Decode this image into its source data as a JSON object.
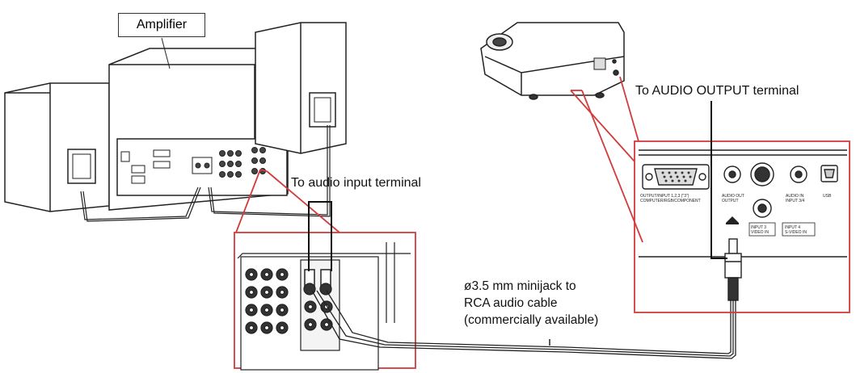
{
  "labels": {
    "amplifier": "Amplifier",
    "audio_input": "To audio input terminal",
    "audio_output": "To AUDIO OUTPUT terminal",
    "cable_line1": "ø3.5 mm minijack to",
    "cable_line2": "RCA audio cable",
    "cable_line3": "(commercially available)"
  },
  "panel_labels": {
    "output_input": "OUTPUT/INPUT 1,2,3 (\"3\")",
    "output_input_sub": "COMPUTER/RGB/COMPONENT",
    "audio_output": "AUDIO OUT",
    "audio_output_sub": "OUTPUT",
    "audio_in": "AUDIO IN",
    "audio_in_sub": "INPUT 3/4",
    "usb": "USB",
    "input3": "INPUT 3",
    "input3_sub": "VIDEO IN",
    "input4": "INPUT 4",
    "input4_sub": "S-VIDEO IN"
  },
  "colors": {
    "callout": "#d23b3b",
    "line": "#222222"
  }
}
